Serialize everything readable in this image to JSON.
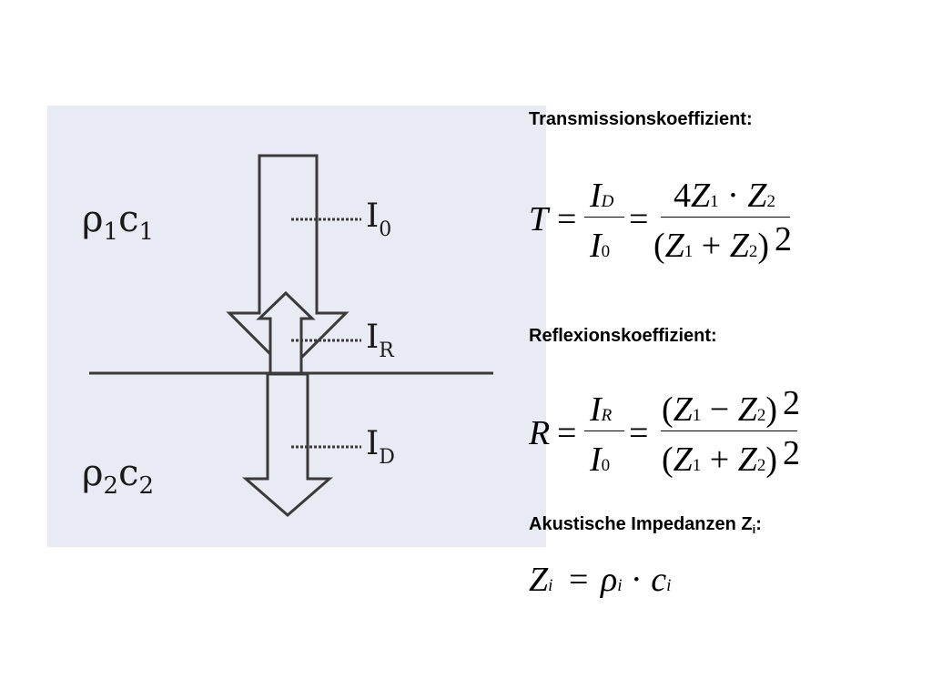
{
  "diagram": {
    "background": "#e9ebf4",
    "media": {
      "upper": {
        "rho": "ρ",
        "rho_sub": "1",
        "c": "c",
        "c_sub": "1"
      },
      "lower": {
        "rho": "ρ",
        "rho_sub": "2",
        "c": "c",
        "c_sub": "2"
      }
    },
    "labels": {
      "incident": {
        "main": "I",
        "sub": "0"
      },
      "reflected": {
        "main": "I",
        "sub": "R"
      },
      "transmitted": {
        "main": "I",
        "sub": "D"
      }
    }
  },
  "transmission": {
    "heading": "Transmissionskoeffizient:",
    "lhs": "T",
    "eq": "=",
    "num_main": "I",
    "num_sub": "D",
    "den_main": "I",
    "den_sub": "0",
    "eq2": "=",
    "rhs_num": {
      "factor": "4",
      "z1": "Z",
      "z1_sub": "1",
      "dot": "·",
      "z2": "Z",
      "z2_sub": "2"
    },
    "rhs_den": {
      "open": "(",
      "z1": "Z",
      "z1_sub": "1",
      "op": "+",
      "z2": "Z",
      "z2_sub": "2",
      "close": ")",
      "exp": "2"
    }
  },
  "reflection": {
    "heading": "Reflexionskoeffizient:",
    "lhs": "R",
    "eq": "=",
    "num_main": "I",
    "num_sub": "R",
    "den_main": "I",
    "den_sub": "0",
    "eq2": "=",
    "rhs_num": {
      "open": "(",
      "z1": "Z",
      "z1_sub": "1",
      "op": "−",
      "z2": "Z",
      "z2_sub": "2",
      "close": ")",
      "exp": "2"
    },
    "rhs_den": {
      "open": "(",
      "z1": "Z",
      "z1_sub": "1",
      "op": "+",
      "z2": "Z",
      "z2_sub": "2",
      "close": ")",
      "exp": "2"
    }
  },
  "impedance": {
    "heading_main": "Akustische Impedanzen Z",
    "heading_sub": "i",
    "heading_colon": ":",
    "z": "Z",
    "z_sub": "i",
    "eq": "=",
    "rho": "ρ",
    "rho_sub": "i",
    "dot": "·",
    "c": "c",
    "c_sub": "i"
  }
}
